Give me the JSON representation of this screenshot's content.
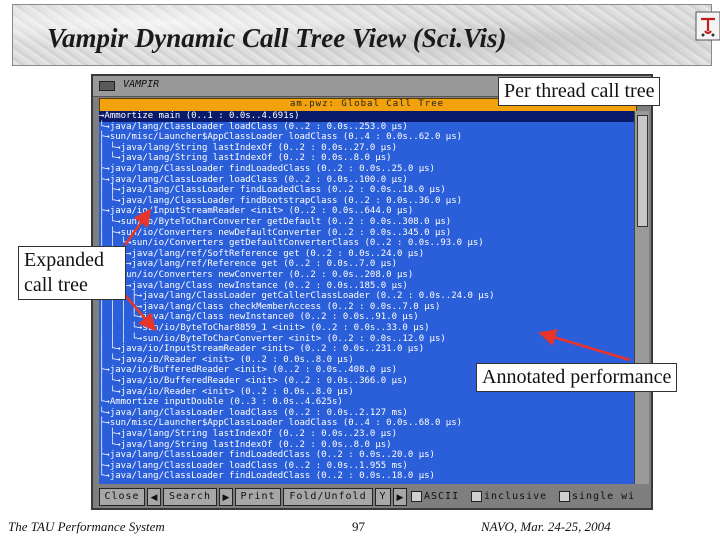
{
  "slide": {
    "title": "Vampir Dynamic Call Tree View (Sci.Vis)",
    "footer_left": "The TAU Performance System",
    "page_number": "97",
    "footer_right": "NAVO, Mar. 24-25, 2004"
  },
  "window": {
    "title": "VAMPIR",
    "tree_title": "am.pwz: Global Call Tree",
    "selected_row": 0,
    "rows": [
      "→Ammortize  main (0..1 : 0.0s..4.691s)",
      "  └→java/lang/ClassLoader  loadClass (0..2 : 0.0s..253.0 µs)",
      "     ├→sun/misc/Launcher$AppClassLoader  loadClass (0..4 : 0.0s..62.0 µs)",
      "     │  └→java/lang/String  lastIndexOf (0..2 : 0.0s..27.0 µs)",
      "     │     └→java/lang/String  lastIndexOf (0..2 : 0.0s..8.0 µs)",
      "     ├→java/lang/ClassLoader  findLoadedClass (0..2 : 0.0s..25.0 µs)",
      "     ├→java/lang/ClassLoader  loadClass (0..2 : 0.0s..100.0 µs)",
      "     │  ├→java/lang/ClassLoader  findLoadedClass (0..2 : 0.0s..18.0 µs)",
      "     │  └→java/lang/ClassLoader  findBootstrapClass (0..2 : 0.0s..36.0 µs)",
      "  ├→java/io/InputStreamReader  <init> (0..2 : 0.0s..644.0 µs)",
      "  │  └→sun/io/ByteToCharConverter  getDefault (0..2 : 0.0s..308.0 µs)",
      "  │     ├→sun/io/Converters  newDefaultConverter (0..2 : 0.0s..345.0 µs)",
      "  │     │  └→sun/io/Converters  getDefaultConverterClass (0..2 : 0.0s..93.0 µs)",
      "  │     │     └→java/lang/ref/SoftReference  get (0..2 : 0.0s..24.0 µs)",
      "  │     │        └→java/lang/ref/Reference  get (0..2 : 0.0s..7.0 µs)",
      "  │     ├→sun/io/Converters  newConverter (0..2 : 0.0s..208.0 µs)",
      "  │     │  ├→java/lang/Class  newInstance (0..2 : 0.0s..185.0 µs)",
      "  │     │  │  ├→java/lang/ClassLoader  getCallerClassLoader (0..2 : 0.0s..24.0 µs)",
      "  │     │  │  ├→java/lang/Class  checkMemberAccess (0..2 : 0.0s..7.0 µs)",
      "  │     │  │  └→java/lang/Class  newInstance0 (0..2 : 0.0s..91.0 µs)",
      "  │     │  │     └→sun/io/ByteToChar8859_1  <init> (0..2 : 0.0s..33.0 µs)",
      "  │     │  │        └→sun/io/ByteToCharConverter  <init> (0..2 : 0.0s..12.0 µs)",
      "  │     └→java/io/InputStreamReader  <init> (0..2 : 0.0s..231.0 µs)",
      "  │        └→java/io/Reader  <init> (0..2 : 0.0s..8.0 µs)",
      "  ├→java/io/BufferedReader  <init> (0..2 : 0.0s..408.0 µs)",
      "  │  └→java/io/BufferedReader  <init> (0..2 : 0.0s..366.0 µs)",
      "  │     └→java/io/Reader  <init> (0..2 : 0.0s..8.0 µs)",
      "  └→Ammortize  inputDouble (0..3 : 0.0s..4.625s)",
      "     └→java/lang/ClassLoader  loadClass (0..2 : 0.0s..2.127 ms)",
      "        ├→sun/misc/Launcher$AppClassLoader  loadClass (0..4 : 0.0s..68.0 µs)",
      "        │  ├→java/lang/String  lastIndexOf (0..2 : 0.0s..23.0 µs)",
      "        │  └→java/lang/String  lastIndexOf (0..2 : 0.0s..8.0 µs)",
      "        ├→java/lang/ClassLoader  findLoadedClass (0..2 : 0.0s..20.0 µs)",
      "        ├→java/lang/ClassLoader  loadClass (0..2 : 0.0s..1.955 ms)",
      "        └→java/lang/ClassLoader  findLoadedClass (0..2 : 0.0s..18.0 µs)"
    ]
  },
  "toolbar": {
    "close": "Close",
    "search": "Search",
    "print": "Print",
    "fold": "Fold/Unfold",
    "y": "Y",
    "ascii": "ASCII",
    "inclusive": "inclusive",
    "single": "single wi"
  },
  "callouts": {
    "per_thread": "Per thread call tree",
    "expanded_line1": "Expanded",
    "expanded_line2": "call tree",
    "annotated": "Annotated performance"
  },
  "colors": {
    "tree_background": "#2b5fd9",
    "title_bar": "#f2a20d",
    "window_frame": "#7f7f7f",
    "arrow": "#e8342a"
  },
  "icons": {
    "logo": "tau-logo-icon",
    "menu": "window-menu-icon",
    "left_arrow": "left-arrow-icon",
    "right_arrow": "right-arrow-icon",
    "checkbox": "checkbox-icon"
  }
}
